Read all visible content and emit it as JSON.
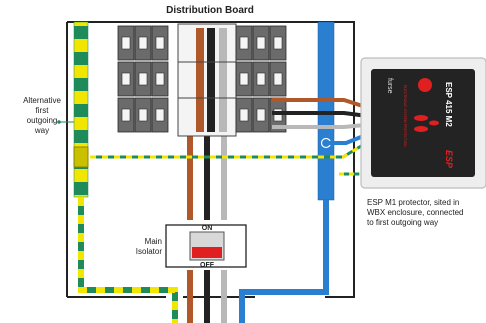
{
  "title": "Distribution Board",
  "labels": {
    "alternative_way": "Alternative\nfirst\noutgoing\nway",
    "main_isolator": "Main\nIsolator",
    "esp_caption": "ESP M1 protector, sited in\nWBX enclosure, connected\nto first outgoing way"
  },
  "isolator": {
    "on": "ON",
    "off": "OFF"
  },
  "device": {
    "brand": "furse",
    "model": "ESP 415 M2",
    "subtitle": "ELECTRONIC SYSTEM PROTECTION",
    "logo_text": "ESP"
  },
  "colors": {
    "earth_green": "#1f8a5a",
    "earth_yellow": "#f2e600",
    "live_brown": "#b0582a",
    "neutral_blue": "#2b7fd0",
    "black_phase": "#222222",
    "grey_phase": "#b8b8b8",
    "device_accent": "#e02020"
  }
}
